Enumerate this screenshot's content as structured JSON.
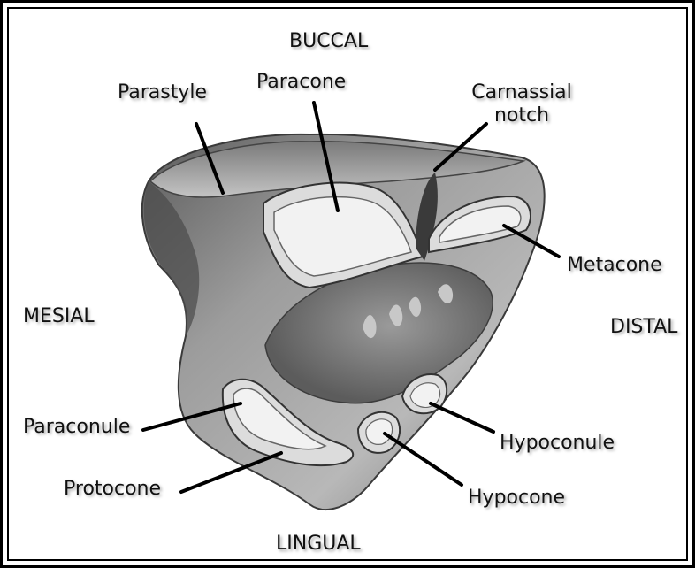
{
  "orientation": {
    "buccal": "BUCCAL",
    "lingual": "LINGUAL",
    "mesial": "MESIAL",
    "distal": "DISTAL"
  },
  "structures": {
    "parastyle": "Parastyle",
    "paracone": "Paracone",
    "carnassial_notch_line1": "Carnassial",
    "carnassial_notch_line2": "notch",
    "metacone": "Metacone",
    "paraconule": "Paraconule",
    "protocone": "Protocone",
    "hypoconule": "Hypoconule",
    "hypocone": "Hypocone"
  },
  "colors": {
    "frame": "#000000",
    "leader_line": "#000000",
    "tooth_shade": "#8a8a8a",
    "facet_fill": "#f2f2f2"
  }
}
